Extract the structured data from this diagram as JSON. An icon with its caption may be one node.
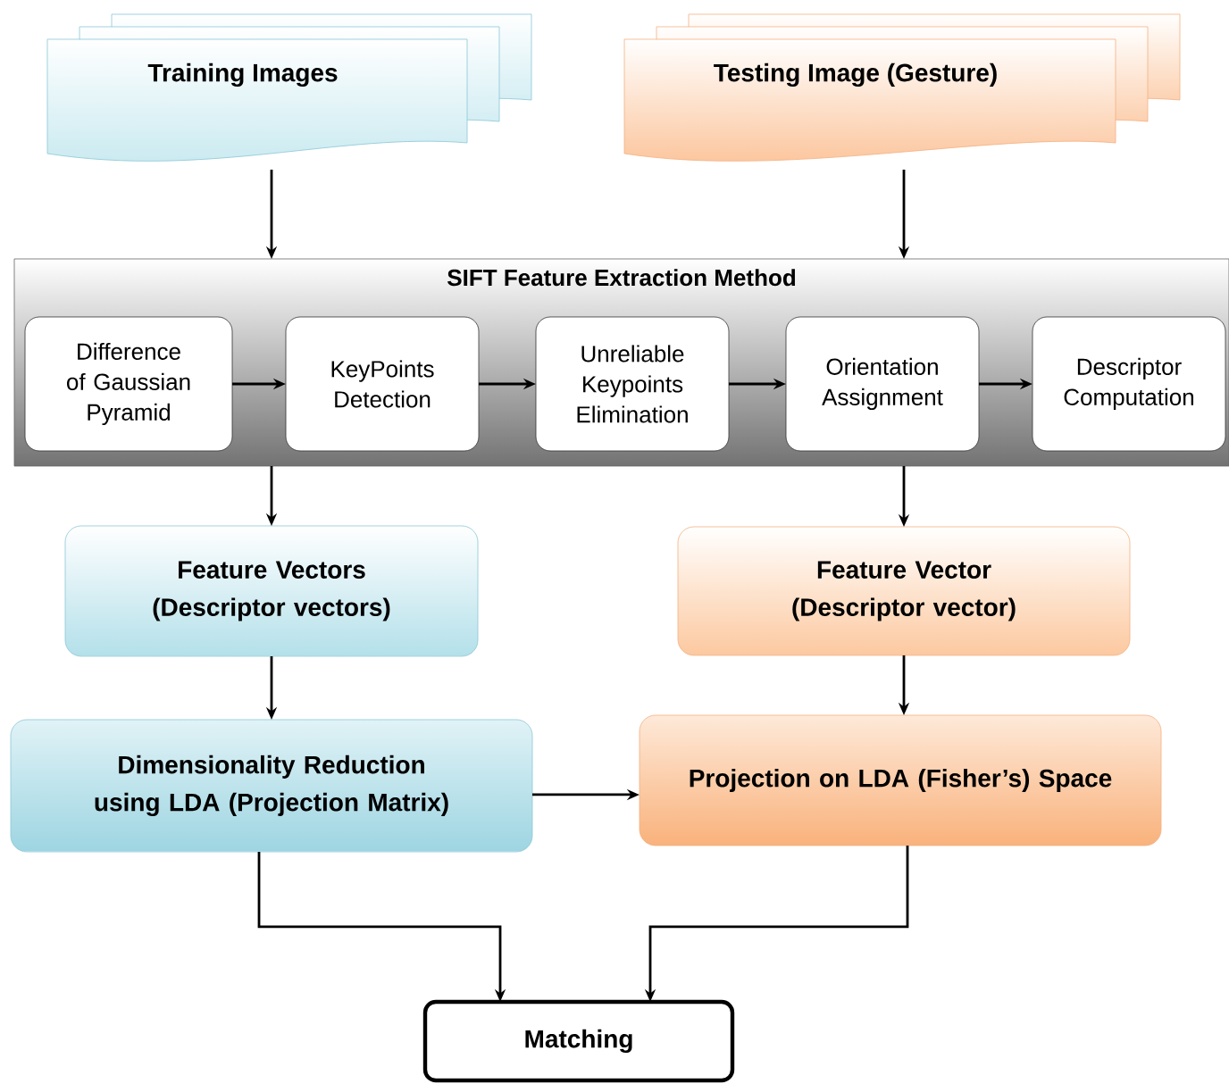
{
  "diagram": {
    "nodes": [
      {
        "text": [
          "Training Images"
        ]
      },
      {
        "text": [
          "Testing Image (Gesture)"
        ]
      },
      {
        "text": [
          "SIFT Feature Extraction Method"
        ]
      },
      {
        "text": [
          "Difference of Gaussian Pyramid"
        ],
        "in": 2
      },
      {
        "text": [
          "KeyPoints Detection"
        ],
        "in": 2
      },
      {
        "text": [
          "Unreliable Keypoints Elimination"
        ],
        "in": 2
      },
      {
        "text": [
          "Orientation Assignment"
        ],
        "in": 2
      },
      {
        "text": [
          "Descriptor Computation"
        ],
        "in": 2
      },
      {
        "text": [
          "Feature Vectors (Descriptor vectors)"
        ]
      },
      {
        "text": [
          "Feature Vector (Descriptor vector)"
        ]
      },
      {
        "text": [
          "Dimensionality Reduction using LDA (Projection Matrix)"
        ]
      },
      {
        "text": [
          "Projection on LDA (Fisher’s) Space"
        ]
      },
      {
        "text": [
          "Matching"
        ]
      }
    ],
    "edges": [
      {
        "from": 0,
        "to": 2,
        "arrow": "to"
      },
      {
        "from": 1,
        "to": 2,
        "arrow": "to"
      },
      {
        "from": 3,
        "to": 4,
        "arrow": "to"
      },
      {
        "from": 4,
        "to": 5,
        "arrow": "to"
      },
      {
        "from": 5,
        "to": 6,
        "arrow": "to"
      },
      {
        "from": 6,
        "to": 7,
        "arrow": "to"
      },
      {
        "from": 2,
        "to": 8,
        "arrow": "to"
      },
      {
        "from": 2,
        "to": 9,
        "arrow": "to"
      },
      {
        "from": 8,
        "to": 10,
        "arrow": "to"
      },
      {
        "from": 9,
        "to": 11,
        "arrow": "to"
      },
      {
        "from": 10,
        "to": 11,
        "arrow": "to"
      },
      {
        "from": 10,
        "to": 12,
        "arrow": "to"
      },
      {
        "from": 11,
        "to": 12,
        "arrow": "to"
      }
    ]
  }
}
